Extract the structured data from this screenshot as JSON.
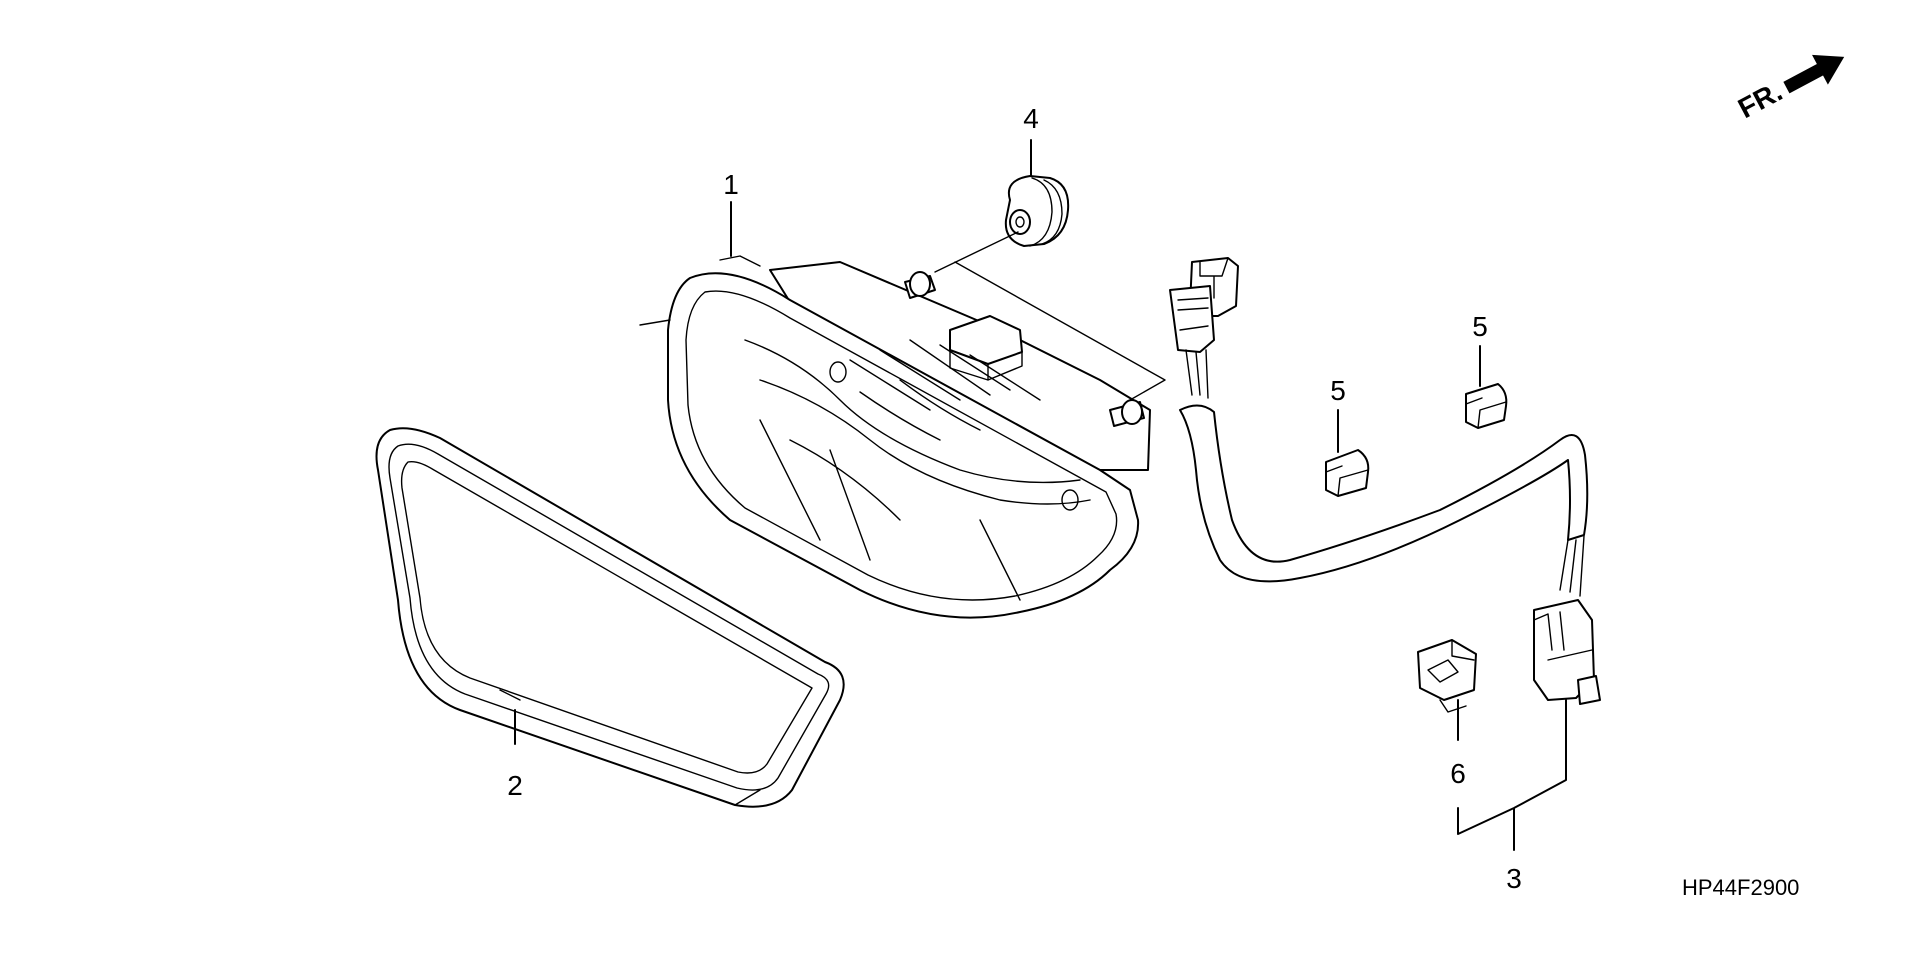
{
  "diagram": {
    "callouts": {
      "lamp_unit": "1",
      "seal_ring": "2",
      "harness": "3",
      "rubber_mount": "4",
      "clip_a": "5",
      "clip_b": "5",
      "holder_clip": "6"
    },
    "direction_label": "FR.",
    "drawing_code": "HP44F2900"
  }
}
